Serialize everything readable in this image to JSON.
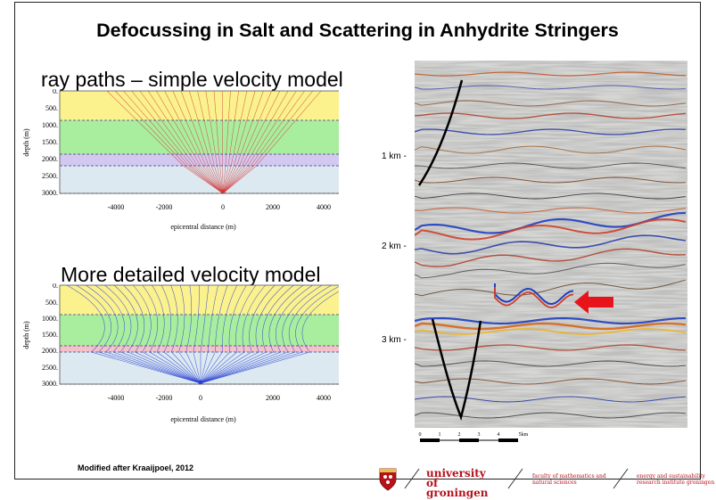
{
  "title": "Defocussing in Salt and Scattering in Anhydrite Stringers",
  "panel1": {
    "heading": "ray paths – simple velocity model",
    "ylabel": "depth (m)",
    "xlabel": "epicentral distance (m)",
    "yticks": [
      "0.",
      "500.",
      "1000.",
      "1500.",
      "2000.",
      "2500.",
      "3000."
    ],
    "xticks": [
      "-4000",
      "-2000",
      "0",
      "2000",
      "4000"
    ],
    "ray_color": "#d23a3a"
  },
  "panel2": {
    "heading": "More detailed velocity model",
    "ylabel": "depth (m)",
    "xlabel": "epicentral distance (m)",
    "yticks": [
      "0.",
      "500.",
      "1000.",
      "1500.",
      "2000.",
      "2500.",
      "3000."
    ],
    "xticks": [
      "-4000",
      "-2000",
      "0",
      "2000",
      "4000"
    ],
    "ray_color": "#2a3fd6"
  },
  "layer_colors": {
    "yellow": "#fbf28e",
    "green": "#a9ee9e",
    "purple": "#d3c8f0",
    "blue": "#dce9f0",
    "pink": "#f5c0c8"
  },
  "seismic": {
    "depth_labels": [
      "1 km -",
      "2 km -",
      "3 km -"
    ],
    "scale_ticks": [
      "0",
      "1",
      "2",
      "3",
      "4",
      "5km"
    ],
    "arrow_color": "#e8141c"
  },
  "credit": "Modified after Kraaijpoel, 2012",
  "footer": {
    "university": "university of groningen",
    "faculty": "faculty of mathematics and natural sciences",
    "institute": "energy and sustainability research institute groningen",
    "brand_color": "#b5121b"
  }
}
